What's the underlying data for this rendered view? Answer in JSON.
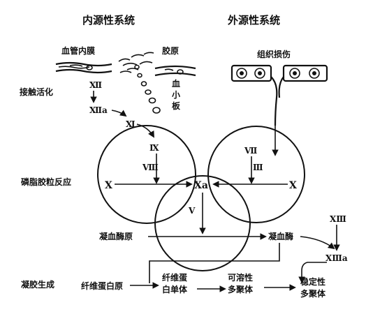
{
  "headers": {
    "intrinsic": "内源性系统",
    "extrinsic": "外源性系统"
  },
  "top_labels": {
    "vessel_endothelium": "血管内膜",
    "collagen": "胶原",
    "tissue_injury": "组织损伤",
    "platelet": "血小板",
    "platelet_chars": [
      "血",
      "小",
      "板"
    ]
  },
  "stages": {
    "contact_activation": "接触活化",
    "phospholipid_reaction": "磷脂胶粒反应",
    "gel_formation": "凝胶生成"
  },
  "factors": {
    "xii": "Ⅻ",
    "xiia": "Ⅻa",
    "xi": "Ⅺ",
    "ix": "Ⅸ",
    "viii": "Ⅷ",
    "vii": "Ⅶ",
    "iii": "Ⅲ",
    "x_left": "X",
    "xa": "Xa",
    "x_right": "X",
    "v": "V",
    "xiii": "ⅩⅢ",
    "xiiia": "ⅩⅢa"
  },
  "products": {
    "prothrombin": "凝血酶原",
    "thrombin": "凝血酶",
    "fibrinogen": "纤维蛋白原",
    "fibrin_monomer_1": "纤维蛋",
    "fibrin_monomer_2": "白单体",
    "soluble_polymer_1": "可溶性",
    "soluble_polymer_2": "多聚体",
    "stable_polymer_1": "稳定性",
    "stable_polymer_2": "多聚体"
  }
}
